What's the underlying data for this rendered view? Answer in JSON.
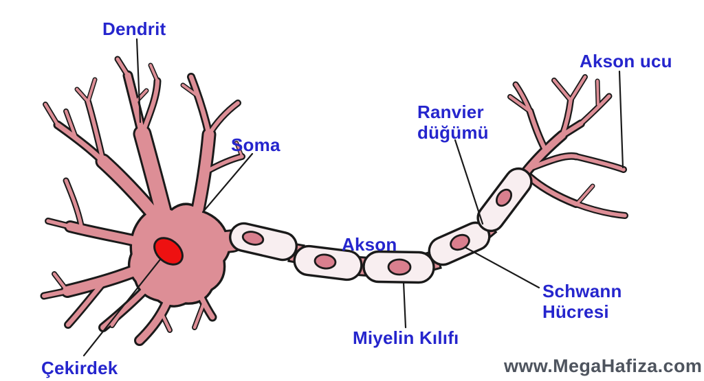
{
  "diagram": {
    "labels": {
      "dendrit": "Dendrit",
      "soma": "Soma",
      "akson": "Akson",
      "akson_ucu": "Akson ucu",
      "ranvier_line1": "Ranvier",
      "ranvier_line2": "düğümü",
      "miyelin": "Miyelin Kılıfı",
      "schwann_line1": "Schwann",
      "schwann_line2": "Hücresi",
      "cekirdek": "Çekirdek"
    },
    "watermark": "www.MegaHafiza.com",
    "colors": {
      "label_blue": "#2525cd",
      "cell_pink": "#dd8e96",
      "myelin_light": "#f8eef0",
      "schwann_nucleus_pink": "#d97f8e",
      "nucleus_red": "#ee1111",
      "outline_black": "#1a1a1a",
      "watermark_gray": "#4e545e"
    }
  }
}
